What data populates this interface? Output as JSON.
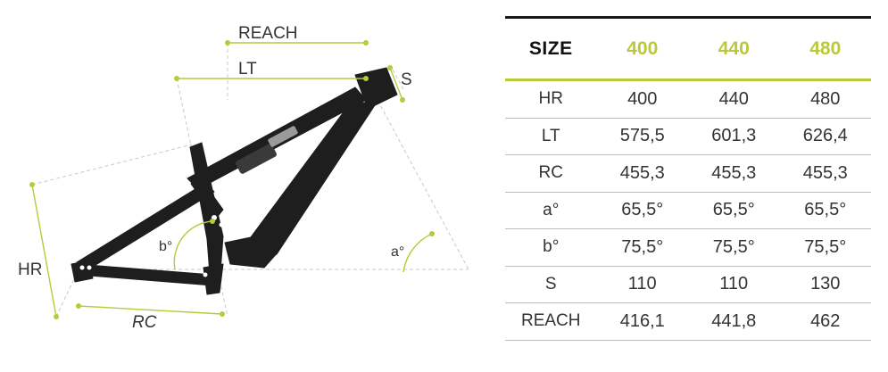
{
  "diagram": {
    "labels": {
      "reach": "REACH",
      "lt": "LT",
      "s": "S",
      "hr": "HR",
      "rc": "RC",
      "a": "a°",
      "b": "b°"
    },
    "colors": {
      "frame": "#1e1e1e",
      "accent": "#b9c93a",
      "guide": "#c8c8c8"
    }
  },
  "table": {
    "header": {
      "label": "SIZE",
      "sizes": [
        "400",
        "440",
        "480"
      ]
    },
    "rows": [
      {
        "label": "HR",
        "values": [
          "400",
          "440",
          "480"
        ]
      },
      {
        "label": "LT",
        "values": [
          "575,5",
          "601,3",
          "626,4"
        ]
      },
      {
        "label": "RC",
        "values": [
          "455,3",
          "455,3",
          "455,3"
        ]
      },
      {
        "label": "a°",
        "values": [
          "65,5°",
          "65,5°",
          "65,5°"
        ]
      },
      {
        "label": "b°",
        "values": [
          "75,5°",
          "75,5°",
          "75,5°"
        ]
      },
      {
        "label": "S",
        "values": [
          "110",
          "110",
          "130"
        ]
      },
      {
        "label": "REACH",
        "values": [
          "416,1",
          "441,8",
          "462"
        ]
      }
    ]
  }
}
